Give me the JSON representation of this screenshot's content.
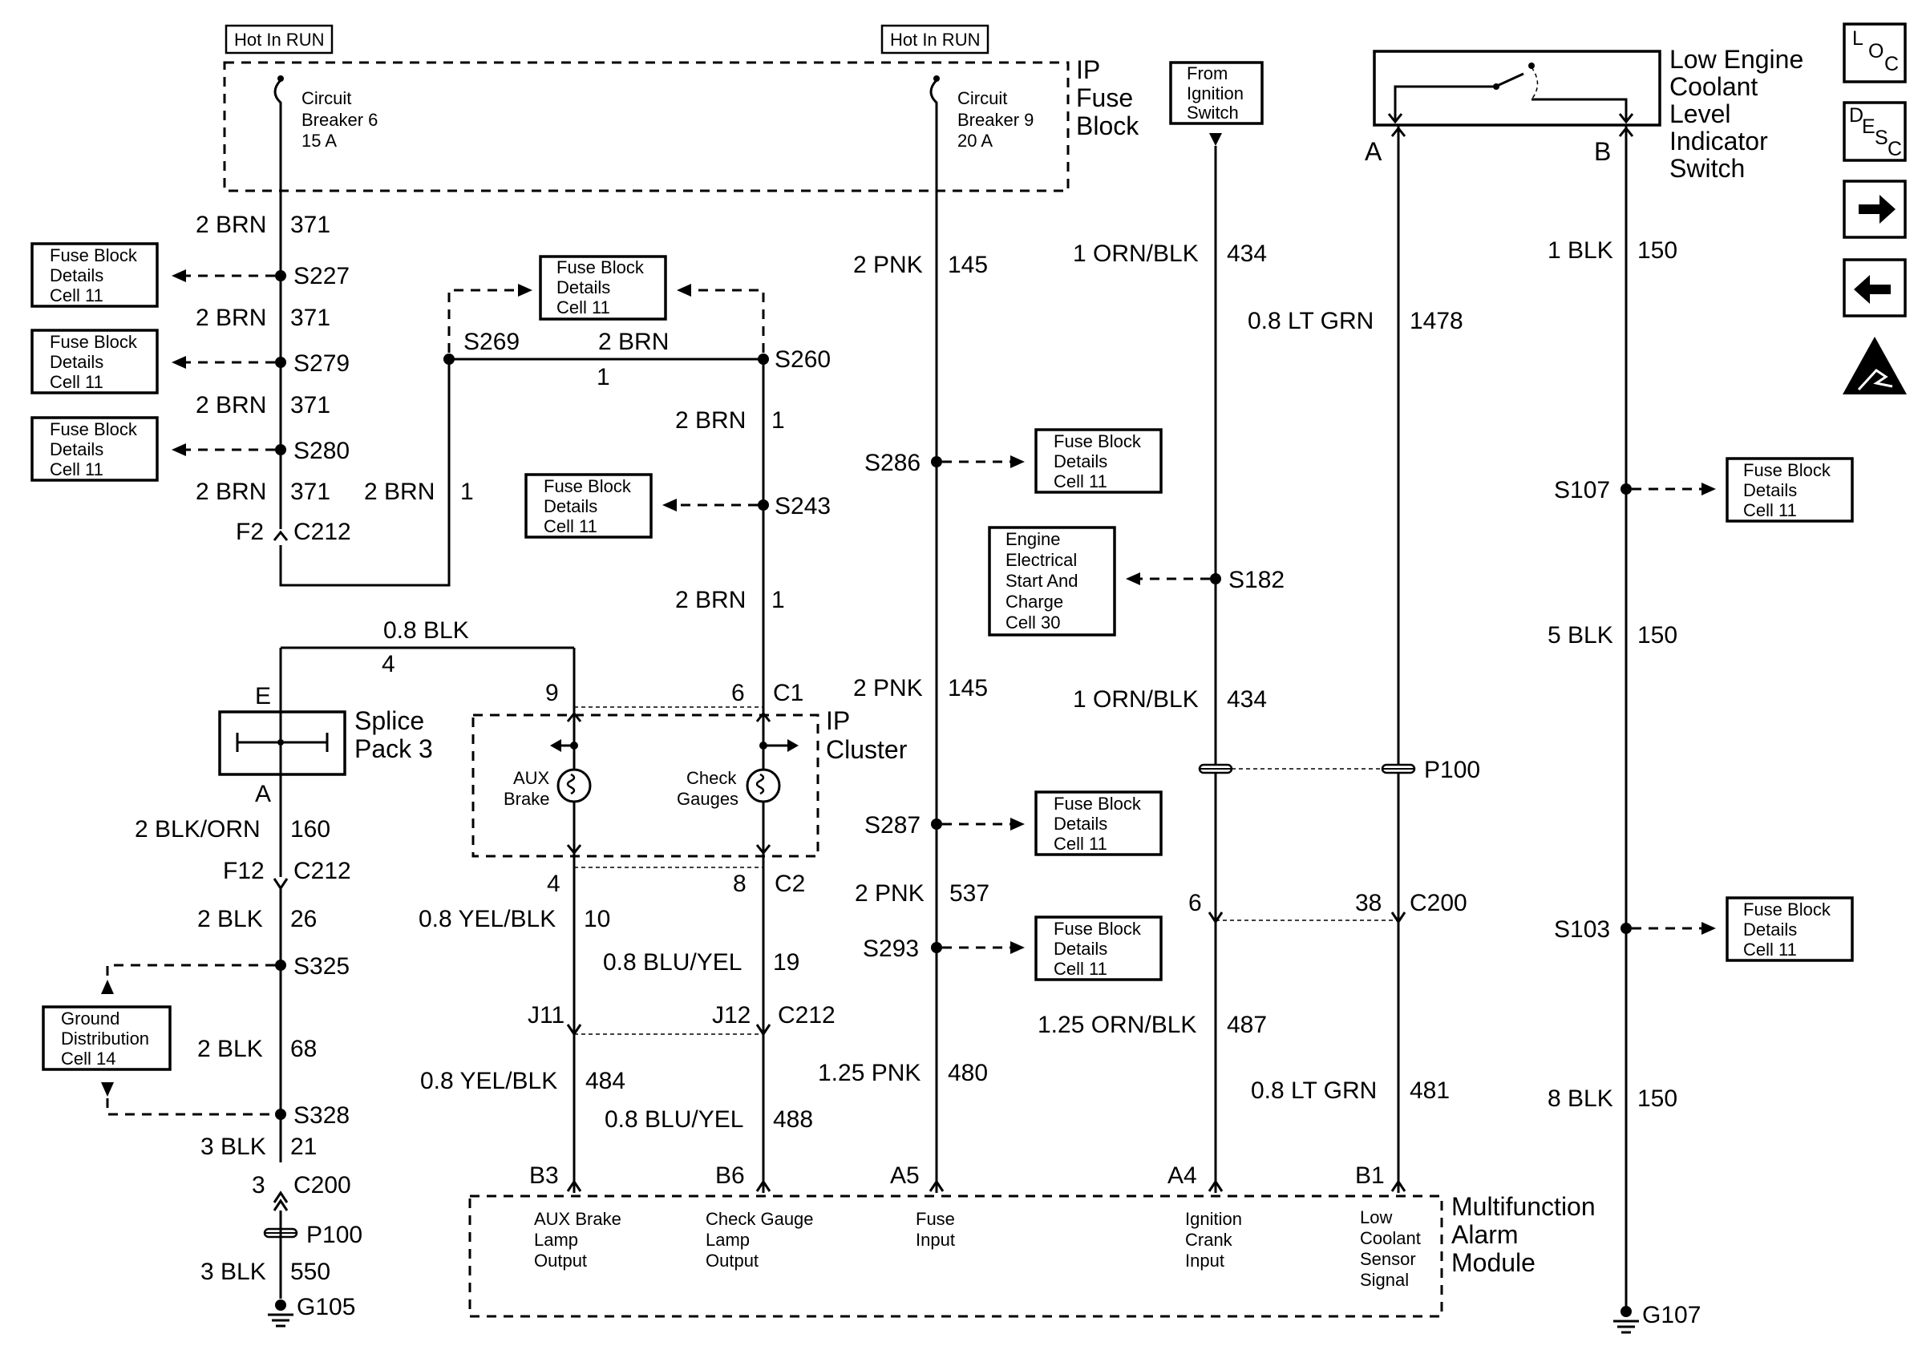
{
  "hot_in_run": "Hot In RUN",
  "ip_fuse_block": [
    "IP",
    "Fuse",
    "Block"
  ],
  "cb6": [
    "Circuit",
    "Breaker 6",
    "15 A"
  ],
  "cb9": [
    "Circuit",
    "Breaker 9",
    "20 A"
  ],
  "from_ignition": [
    "From",
    "Ignition",
    "Switch"
  ],
  "coolant_switch_label": [
    "Low Engine",
    "Coolant",
    "Level",
    "Indicator",
    "Switch"
  ],
  "fuse_block_details": [
    "Fuse Block",
    "Details",
    "Cell 11"
  ],
  "ground_distribution": [
    "Ground",
    "Distribution",
    "Cell 14"
  ],
  "engine_electrical": [
    "Engine",
    "Electrical",
    "Start And",
    "Charge",
    "Cell 30"
  ],
  "splice_pack": [
    "Splice",
    "Pack 3"
  ],
  "ip_cluster": [
    "IP",
    "Cluster"
  ],
  "aux_brake": [
    "AUX",
    "Brake"
  ],
  "check_gauges": [
    "Check",
    "Gauges"
  ],
  "mam_title": [
    "Multifunction",
    "Alarm",
    "Module"
  ],
  "mam_pins": {
    "aux": [
      "AUX Brake",
      "Lamp",
      "Output"
    ],
    "check": [
      "Check Gauge",
      "Lamp",
      "Output"
    ],
    "fuse": [
      "Fuse",
      "Input"
    ],
    "ign": [
      "Ignition",
      "Crank",
      "Input"
    ],
    "low": [
      "Low",
      "Coolant",
      "Sensor",
      "Signal"
    ]
  },
  "nav_icons": [
    "loc-icon",
    "desc-icon",
    "next-arrow-icon",
    "prev-arrow-icon",
    "esd-warning-icon"
  ],
  "wires": {
    "brn371": "2 BRN",
    "c371": "371",
    "brn": "2 BRN",
    "c1": "1",
    "blk08": "0.8 BLK",
    "c4": "4",
    "blkorn": "2 BLK/ORN",
    "c160": "160",
    "blk26": "2 BLK",
    "c26": "26",
    "blk68": "2 BLK",
    "c68": "68",
    "blk21": "3 BLK",
    "c21": "21",
    "blk550": "3 BLK",
    "c550": "550",
    "yelblk": "0.8 YEL/BLK",
    "c10": "10",
    "c484": "484",
    "bluyel": "0.8 BLU/YEL",
    "c19": "19",
    "c488": "488",
    "pnk2": "2 PNK",
    "c145": "145",
    "c537": "537",
    "pnk125": "1.25 PNK",
    "c480": "480",
    "ornblk": "1 ORN/BLK",
    "c434": "434",
    "ornblk125": "1.25 ORN/BLK",
    "c487": "487",
    "ltgrn": "0.8 LT GRN",
    "c1478": "1478",
    "c481": "481",
    "blk1": "1 BLK",
    "blk5": "5 BLK",
    "blk8": "8 BLK",
    "c150": "150"
  },
  "splices": {
    "s227": "S227",
    "s279": "S279",
    "s280": "S280",
    "s269": "S269",
    "s260": "S260",
    "s243": "S243",
    "s286": "S286",
    "s287": "S287",
    "s293": "S293",
    "s182": "S182",
    "s107": "S107",
    "s103": "S103",
    "s325": "S325",
    "s328": "S328"
  },
  "connectors": {
    "f2": "F2",
    "c212": "C212",
    "f12": "F12",
    "c200": "C200",
    "p100": "P100",
    "g105": "G105",
    "g107": "G107",
    "c1": "C1",
    "c2": "C2",
    "j11": "J11",
    "j12": "J12",
    "p9": "9",
    "p6": "6",
    "p4": "4",
    "p8": "8",
    "p3": "3",
    "e": "E",
    "a": "A",
    "b": "B",
    "p6b": "6",
    "p38": "38",
    "b3": "B3",
    "b6": "B6",
    "a5": "A5",
    "a4": "A4",
    "b1": "B1"
  }
}
